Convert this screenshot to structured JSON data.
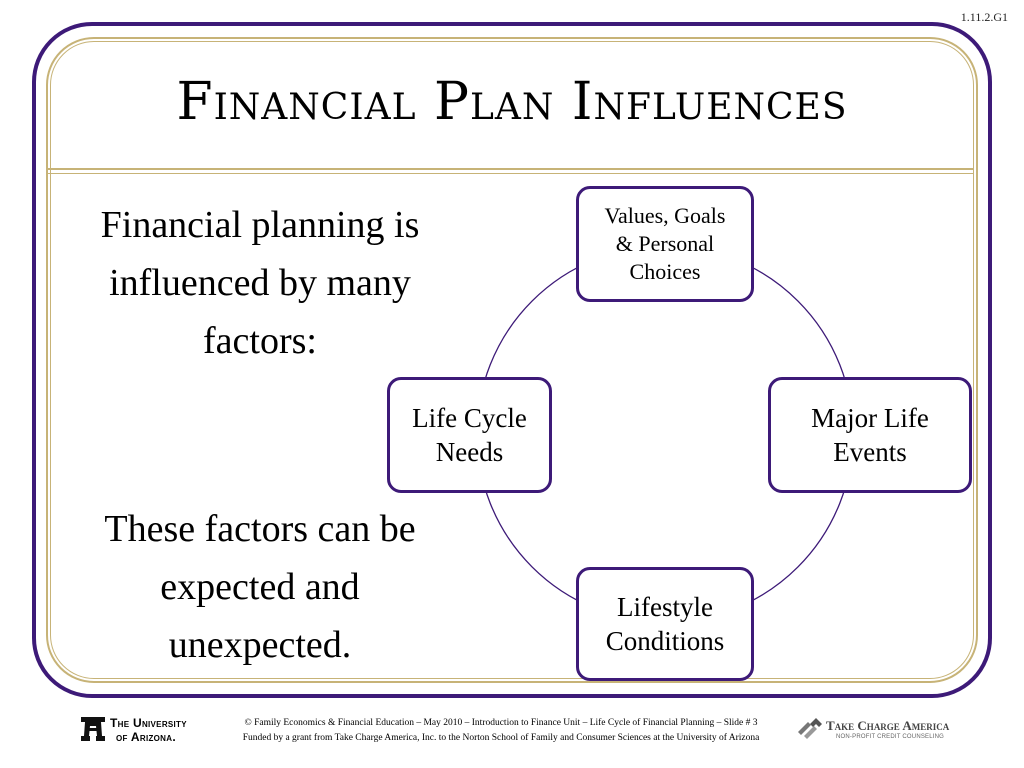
{
  "slide_id": "1.11.2.G1",
  "title": "Financial Plan Influences",
  "intro_text": "Financial planning is influenced by many factors:",
  "conclusion_text": "These factors can be expected and unexpected.",
  "diagram": {
    "nodes": [
      {
        "lines": [
          "Values, Goals",
          "& Personal",
          "Choices"
        ]
      },
      {
        "lines": [
          "Major Life",
          "Events"
        ]
      },
      {
        "lines": [
          "Lifestyle",
          "Conditions"
        ]
      },
      {
        "lines": [
          "Life Cycle",
          "Needs"
        ]
      }
    ]
  },
  "footer": {
    "line1": "© Family Economics & Financial Education – May 2010 – Introduction to Finance Unit – Life Cycle of Financial Planning – Slide # 3",
    "line2": "Funded by a grant from Take Charge America, Inc. to the Norton School of Family and Consumer Sciences at the University of Arizona",
    "ua_logo_line1": "The University",
    "ua_logo_line2": "of Arizona.",
    "tca_logo_name": "Take Charge America",
    "tca_logo_sub": "NON-PROFIT CREDIT COUNSELING"
  },
  "colors": {
    "frame": "#3d1a78",
    "accent": "#c7b377"
  }
}
